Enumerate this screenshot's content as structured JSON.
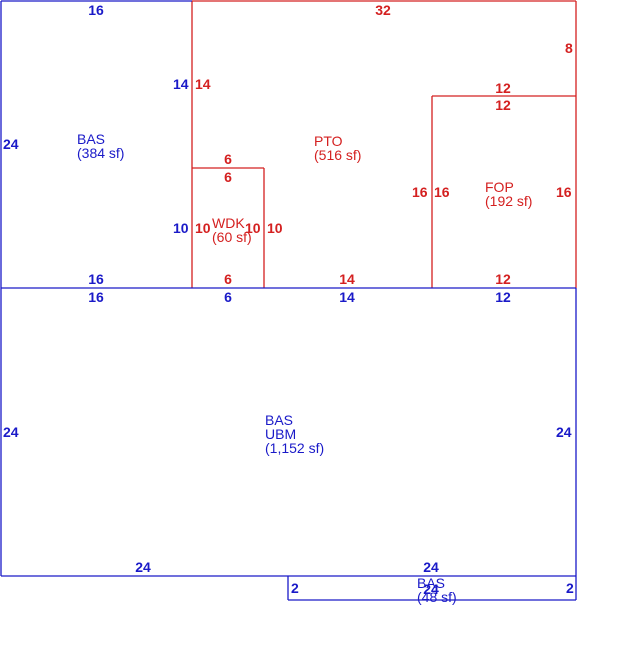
{
  "colors": {
    "blue": "#1a1ac8",
    "red": "#d42020",
    "background": "#ffffff"
  },
  "areas": {
    "bas_upper": {
      "name": "BAS",
      "size": "(384 sf)"
    },
    "pto": {
      "name": "PTO",
      "size": "(516 sf)"
    },
    "wdk": {
      "name": "WDK",
      "size": "(60 sf)"
    },
    "fop": {
      "name": "FOP",
      "size": "(192 sf)"
    },
    "bas_ubm": {
      "name": "BAS",
      "sub": "UBM",
      "size": "(1,152 sf)"
    },
    "bas_small": {
      "name": "BAS",
      "size": "(48 sf)"
    }
  },
  "dimensions": {
    "bas_upper_top": "16",
    "bas_upper_left": "24",
    "bas_upper_right": "14",
    "bas_upper_bottom": "16",
    "pto_top": "32",
    "pto_right": "8",
    "pto_left": "14",
    "fop_top_outer": "12",
    "fop_top_inner": "12",
    "fop_left_outer": "16",
    "fop_left_inner": "16",
    "fop_right": "16",
    "wdk_top_outer": "6",
    "wdk_top_inner": "6",
    "wdk_left_outer": "10",
    "wdk_left_inner": "10",
    "wdk_right_inner": "10",
    "wdk_right_outer": "10",
    "red_bottom_wdk": "6",
    "red_bottom_pto": "14",
    "red_bottom_fop": "12",
    "ubm_top_wdk": "6",
    "ubm_top_pto": "14",
    "ubm_top_fop": "12",
    "ubm_top_left": "16",
    "ubm_left": "24",
    "ubm_right": "24",
    "ubm_bottom": "24",
    "ubm_bottom_right": "24",
    "small_left": "2",
    "small_right": "2",
    "small_bottom": "24"
  }
}
